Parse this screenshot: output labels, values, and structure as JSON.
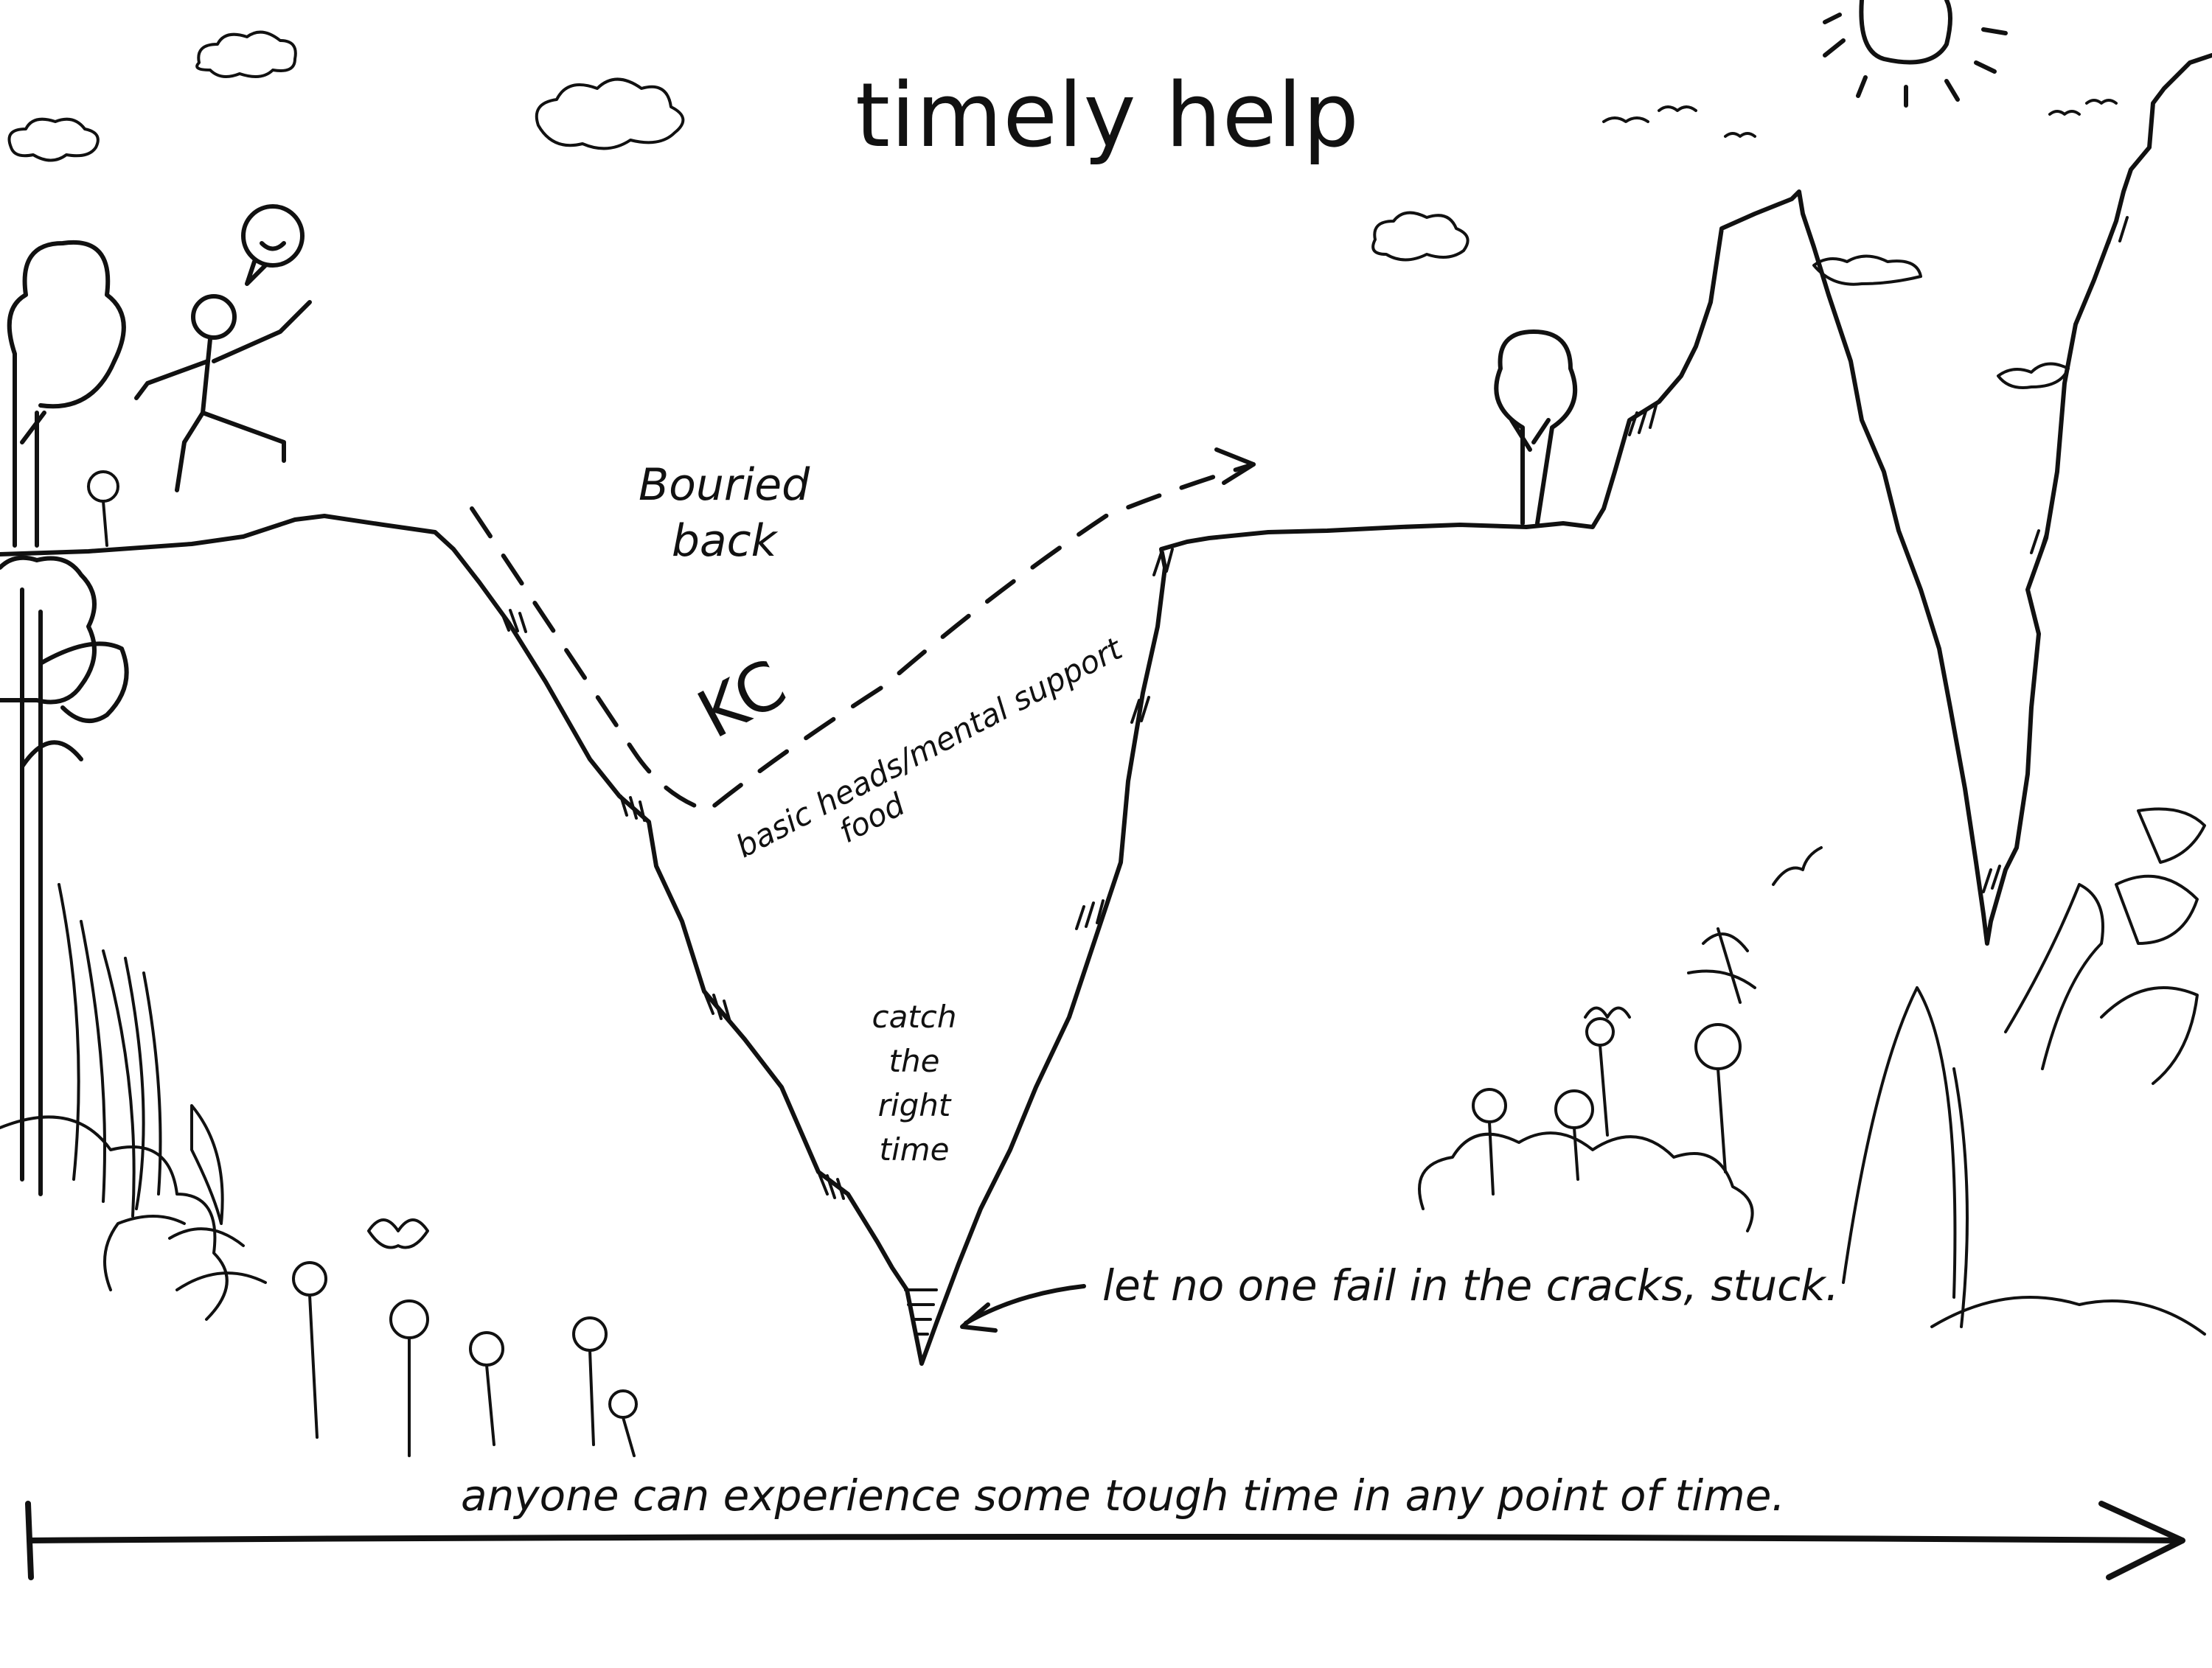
{
  "title": "timely help",
  "labels": {
    "buried_back": [
      "Bouried",
      "back"
    ],
    "kc": "KC",
    "support_line": "basic heads/mental support",
    "food": "food",
    "catch_time": [
      "catch",
      "the",
      "right",
      "time"
    ],
    "cracks_note": "let no one fail in the cracks, stuck.",
    "timeline_caption": "anyone can experience some tough time in any point of time."
  },
  "icons": [
    "person-icon",
    "smiley-bubble-icon",
    "sun-icon",
    "cloud-icon",
    "tree-icon",
    "flower-icon",
    "dragonfly-icon",
    "butterfly-icon",
    "bird-icon",
    "arrow-icon"
  ],
  "colors": {
    "ink": "#111111",
    "paper": "#ffffff"
  }
}
